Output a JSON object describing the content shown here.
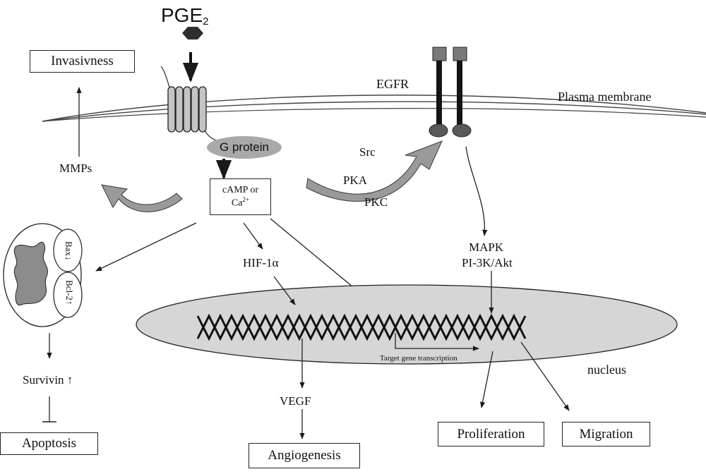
{
  "pge2": {
    "base": "PGE",
    "sub": "2"
  },
  "membrane_label": "Plasma membrane",
  "egfr_label": "EGFR",
  "g_protein": "G protein",
  "camp": {
    "line1": "cAMP or",
    "line2_base": "Ca",
    "line2_sup": "2+"
  },
  "boxes": {
    "invasiveness": "Invasivness",
    "apoptosis": "Apoptosis",
    "angiogenesis": "Angiogenesis",
    "proliferation": "Proliferation",
    "migration": "Migration"
  },
  "labels": {
    "mmps": "MMPs",
    "src": "Src",
    "pka": "PKA",
    "pkc": "PKC",
    "mapk": "MAPK",
    "pi3k": "PI-3K/Akt",
    "hif": "HIF-1α",
    "vegf": "VEGF",
    "survivin": "Survivin ↑",
    "bax": "Bax↓",
    "bcl2": "Bcl-2↑",
    "nucleus": "nucleus",
    "target_gene": "Target gene transcription"
  },
  "colors": {
    "line": "#1a1a1a",
    "grey_fill": "#a9a9a9",
    "nucleus_fill": "#d6d6d6",
    "receptor_fill": "#b8b8b8",
    "egfr_head": "#7a7a7a",
    "egfr_foot": "#5a5a5a",
    "mito_fill": "#8c8c8c"
  }
}
